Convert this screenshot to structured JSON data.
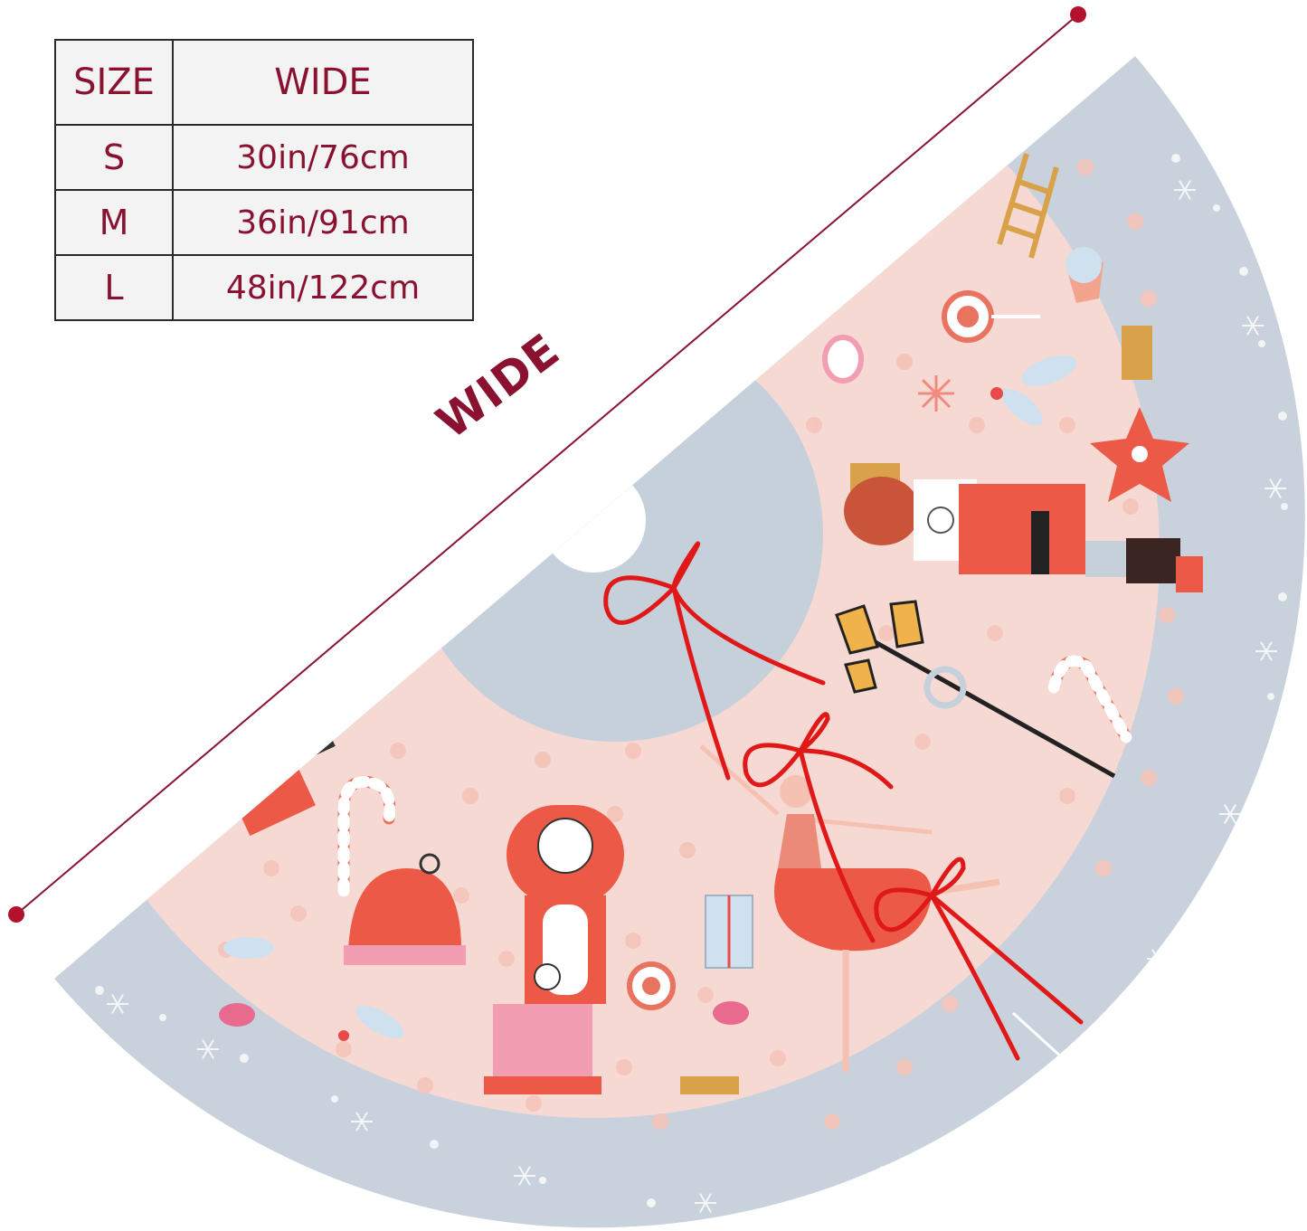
{
  "size_table": {
    "headers": [
      "SIZE",
      "WIDE"
    ],
    "rows": [
      {
        "size": "S",
        "wide": "30in/76cm"
      },
      {
        "size": "M",
        "wide": "36in/91cm"
      },
      {
        "size": "L",
        "wide": "48in/122cm"
      }
    ]
  },
  "dimension": {
    "label": "WIDE",
    "color": "#8a1230"
  },
  "skirt": {
    "border_color": "#c9d2dc",
    "center_color": "#c5d0db",
    "field_color": "#f7d9d4",
    "ribbon_color": "#e01818"
  }
}
